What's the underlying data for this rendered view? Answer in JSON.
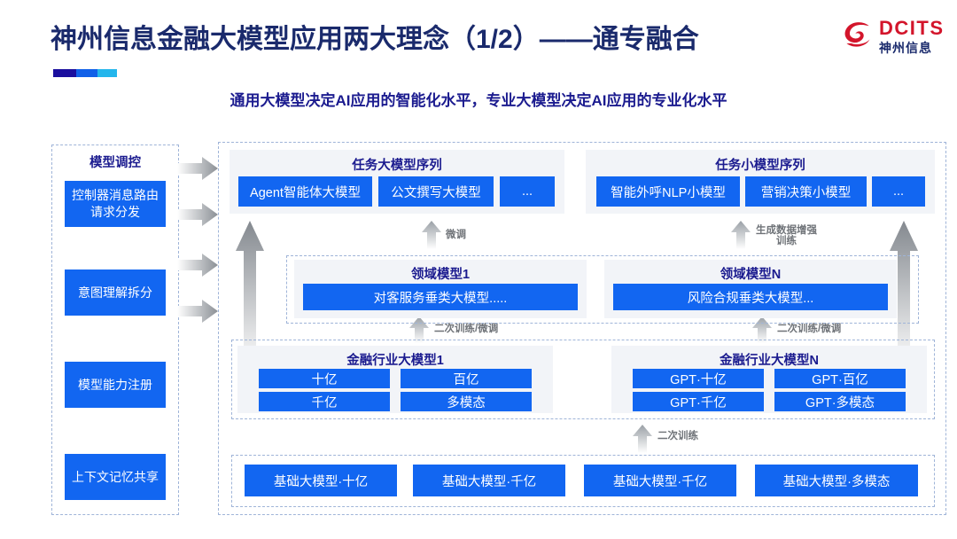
{
  "header": {
    "title": "神州信息金融大模型应用两大理念（1/2）——通专融合",
    "subtitle": "通用大模型决定AI应用的智能化水平，专业大模型决定AI应用的专业化水平",
    "logo_text": "DCITS",
    "logo_cn": "神州信息",
    "accent_colors": [
      "#1b0f9e",
      "#1160e8",
      "#24b6ec"
    ],
    "title_color": "#1a2a6c",
    "subtitle_color": "#1b1b8f"
  },
  "left_column": {
    "title": "模型调控",
    "items": [
      {
        "label": "控制器消息路由请求分发"
      },
      {
        "label": "意图理解拆分"
      },
      {
        "label": "模型能力注册"
      },
      {
        "label": "上下文记忆共享"
      }
    ]
  },
  "task_sequences": [
    {
      "title": "任务大模型序列",
      "items": [
        "Agent智能体大模型",
        "公文撰写大模型",
        "..."
      ]
    },
    {
      "title": "任务小模型序列",
      "items": [
        "智能外呼NLP小模型",
        "营销决策小模型",
        "..."
      ]
    }
  ],
  "domain_models": [
    {
      "title": "领域模型1",
      "item": "对客服务垂类大模型....."
    },
    {
      "title": "领域模型N",
      "item": "风险合规垂类大模型..."
    }
  ],
  "industry_models": [
    {
      "title": "金融行业大模型1",
      "items": [
        "十亿",
        "百亿",
        "千亿",
        "多模态"
      ]
    },
    {
      "title": "金融行业大模型N",
      "items": [
        "GPT·十亿",
        "GPT·百亿",
        "GPT·千亿",
        "GPT·多模态"
      ]
    }
  ],
  "base_models": [
    "基础大模型·十亿",
    "基础大模型·千亿",
    "基础大模型·千亿",
    "基础大模型·多模态"
  ],
  "connector_labels": {
    "fine_tune": "微调",
    "data_aug_line1": "生成数据增强",
    "data_aug_line2": "训练",
    "retrain_left": "二次训练/微调",
    "retrain_right": "二次训练/微调",
    "retrain_base": "二次训练"
  },
  "colors": {
    "box_blue": "#1266f1",
    "panel_gray": "#f2f4f8",
    "dash_border": "#9fb4d8",
    "arrow_gray": "#9aa0a6"
  }
}
